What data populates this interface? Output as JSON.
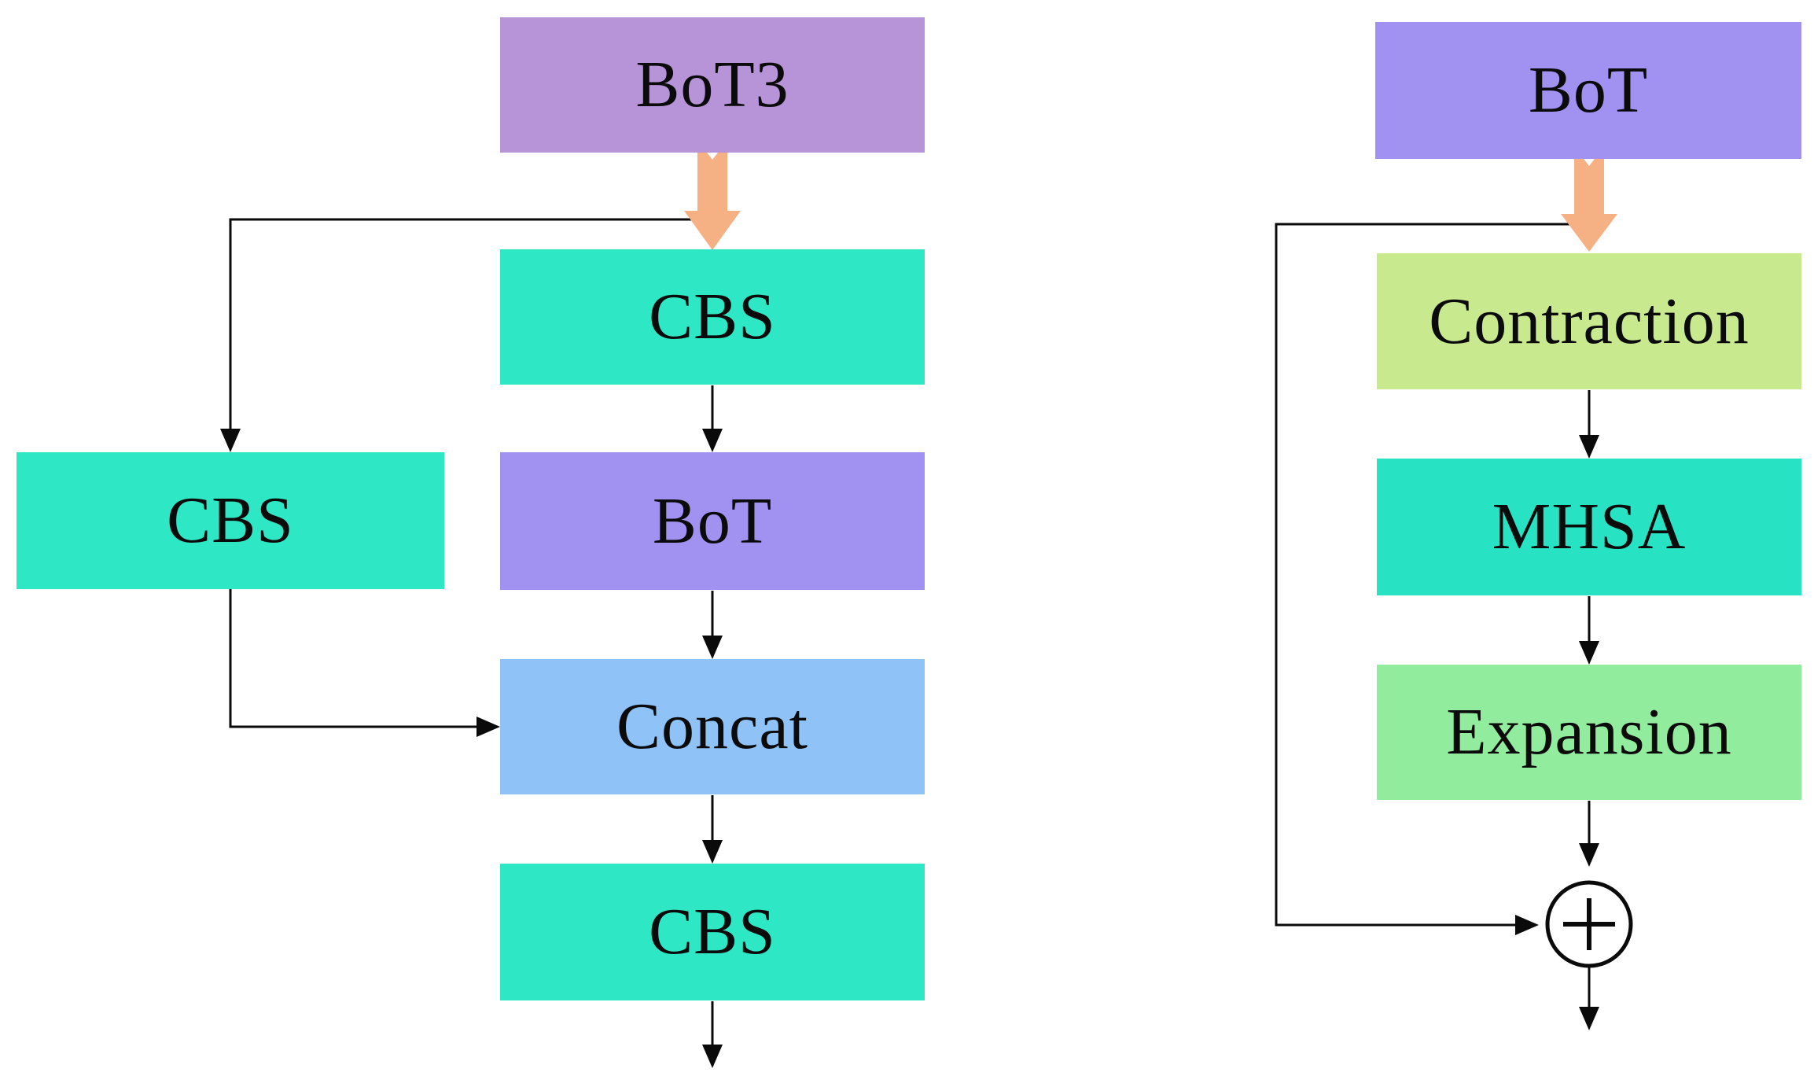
{
  "diagram": {
    "background_color": "#ffffff",
    "line_color": "#0a0a0a",
    "thick_arrow_color": "#f5b083",
    "text_color": "#0b0b0b",
    "left": {
      "nodes": [
        {
          "id": "bot3",
          "label": "BoT3",
          "color": "#b793d7",
          "shape": "rect"
        },
        {
          "id": "cbs1",
          "label": "CBS",
          "color": "#2ee7c4",
          "shape": "rect"
        },
        {
          "id": "cbs_left",
          "label": "CBS",
          "color": "#2ee7c4",
          "shape": "rect"
        },
        {
          "id": "bot",
          "label": "BoT",
          "color": "#a191f1",
          "shape": "rect"
        },
        {
          "id": "concat",
          "label": "Concat",
          "color": "#8fc3f7",
          "shape": "rect"
        },
        {
          "id": "cbs2",
          "label": "CBS",
          "color": "#2ee7c4",
          "shape": "rect"
        }
      ],
      "edges": [
        {
          "from": "bot3",
          "to": "cbs1",
          "style": "thick-orange-arrow"
        },
        {
          "from": "bot3",
          "to": "cbs_left",
          "style": "thin-arrow-skip-left"
        },
        {
          "from": "cbs1",
          "to": "bot",
          "style": "thin-arrow"
        },
        {
          "from": "bot",
          "to": "concat",
          "style": "thin-arrow"
        },
        {
          "from": "cbs_left",
          "to": "concat",
          "style": "thin-arrow-side-entry"
        },
        {
          "from": "concat",
          "to": "cbs2",
          "style": "thin-arrow"
        },
        {
          "from": "cbs2",
          "to": "output",
          "style": "thin-arrow"
        }
      ]
    },
    "right": {
      "nodes": [
        {
          "id": "bot_r",
          "label": "BoT",
          "color": "#a191f1",
          "shape": "rect"
        },
        {
          "id": "contraction",
          "label": "Contraction",
          "color": "#c9e98f",
          "shape": "rect"
        },
        {
          "id": "mhsa",
          "label": "MHSA",
          "color": "#28e3c3",
          "shape": "rect"
        },
        {
          "id": "expansion",
          "label": "Expansion",
          "color": "#92ec9e",
          "shape": "rect"
        },
        {
          "id": "sum",
          "label": "+",
          "color": "#ffffff",
          "shape": "circle-plus"
        }
      ],
      "edges": [
        {
          "from": "bot_r",
          "to": "contraction",
          "style": "thick-orange-arrow"
        },
        {
          "from": "bot_r",
          "to": "sum",
          "style": "thin-arrow-skip-left"
        },
        {
          "from": "contraction",
          "to": "mhsa",
          "style": "thin-arrow"
        },
        {
          "from": "mhsa",
          "to": "expansion",
          "style": "thin-arrow"
        },
        {
          "from": "expansion",
          "to": "sum",
          "style": "thin-arrow"
        },
        {
          "from": "sum",
          "to": "output",
          "style": "thin-arrow"
        }
      ]
    }
  }
}
